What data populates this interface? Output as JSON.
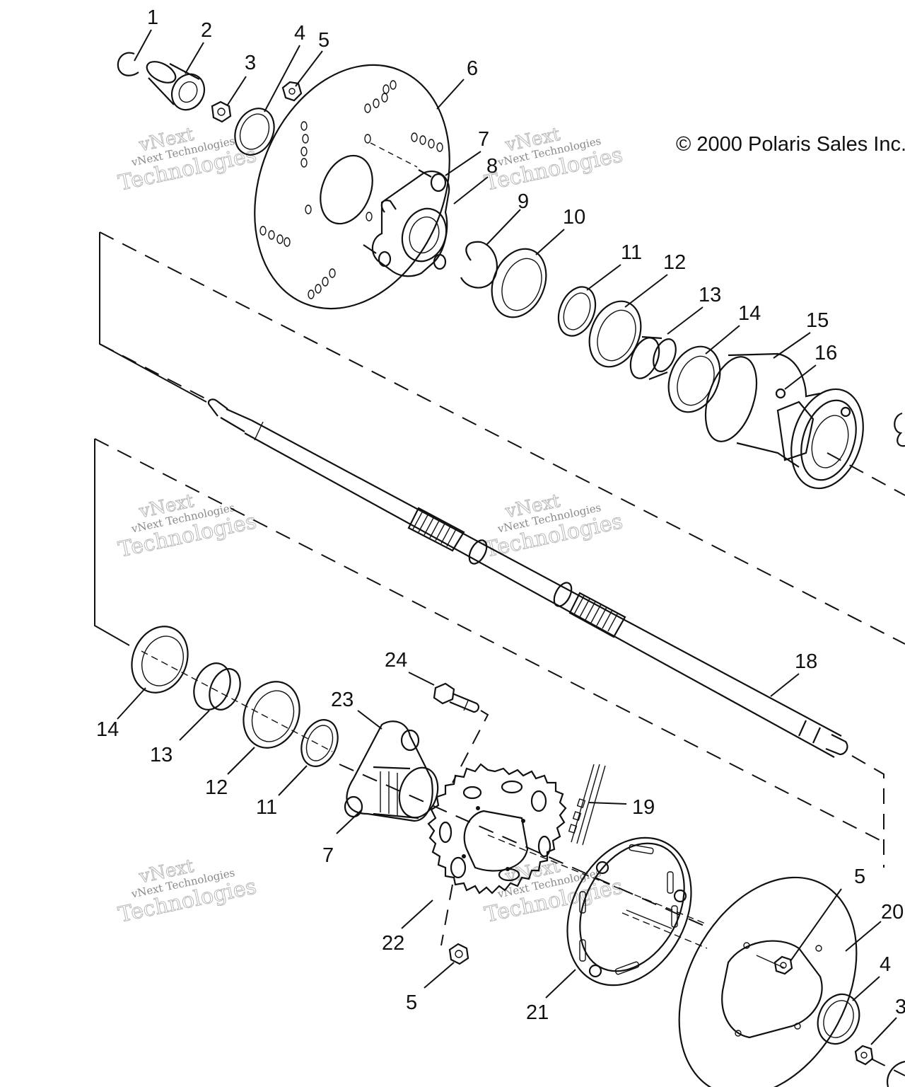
{
  "copyright": "© 2000 Polaris Sales Inc.",
  "watermark": {
    "line1": "vNext",
    "line2": "vNext Technologies",
    "line3": "Technologies"
  },
  "callouts": [
    {
      "id": "c1",
      "label": "1"
    },
    {
      "id": "c2",
      "label": "2"
    },
    {
      "id": "c3",
      "label": "3"
    },
    {
      "id": "c4",
      "label": "4"
    },
    {
      "id": "c5",
      "label": "5"
    },
    {
      "id": "c6",
      "label": "6"
    },
    {
      "id": "c7",
      "label": "7"
    },
    {
      "id": "c8",
      "label": "8"
    },
    {
      "id": "c9",
      "label": "9"
    },
    {
      "id": "c10",
      "label": "10"
    },
    {
      "id": "c11",
      "label": "11"
    },
    {
      "id": "c12",
      "label": "12"
    },
    {
      "id": "c13",
      "label": "13"
    },
    {
      "id": "c14",
      "label": "14"
    },
    {
      "id": "c15",
      "label": "15"
    },
    {
      "id": "c16",
      "label": "16"
    },
    {
      "id": "c18",
      "label": "18"
    },
    {
      "id": "c24",
      "label": "24"
    },
    {
      "id": "c23",
      "label": "23"
    },
    {
      "id": "c19",
      "label": "19"
    },
    {
      "id": "c14b",
      "label": "14"
    },
    {
      "id": "c13b",
      "label": "13"
    },
    {
      "id": "c12b",
      "label": "12"
    },
    {
      "id": "c11b",
      "label": "11"
    },
    {
      "id": "c7b",
      "label": "7"
    },
    {
      "id": "c22",
      "label": "22"
    },
    {
      "id": "c5b",
      "label": "5"
    },
    {
      "id": "c21",
      "label": "21"
    },
    {
      "id": "c5c",
      "label": "5"
    },
    {
      "id": "c20",
      "label": "20"
    },
    {
      "id": "c4b",
      "label": "4"
    },
    {
      "id": "c3b",
      "label": "3"
    }
  ]
}
